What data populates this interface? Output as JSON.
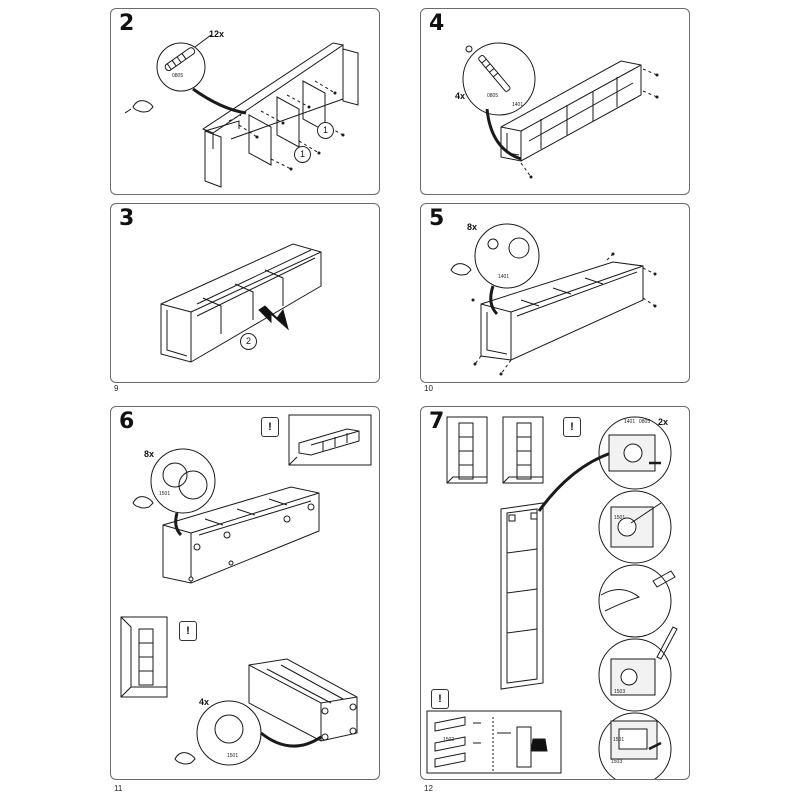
{
  "steps": {
    "s2": {
      "number": "2",
      "qty": "12x",
      "part": "0805",
      "callout": "1"
    },
    "s3": {
      "number": "3",
      "callout": "2"
    },
    "s4": {
      "number": "4",
      "qty": "4x",
      "part_a": "0805",
      "part_b": "1401"
    },
    "s5": {
      "number": "5",
      "qty": "8x",
      "part": "1401"
    },
    "s6": {
      "number": "6",
      "qty": "8x",
      "part": "1501",
      "qty2": "4x",
      "part2": "1501",
      "info": "!",
      "info2": "!"
    },
    "s7": {
      "number": "7",
      "qty": "2x",
      "info": "!",
      "info2": "!",
      "tags": [
        "1401",
        "0805",
        "1501",
        "1503",
        "1501",
        "1503",
        "1502"
      ]
    }
  },
  "page_numbers": {
    "p9": "9",
    "p10": "10",
    "p11": "11",
    "p12": "12"
  },
  "colors": {
    "line": "#1a1a1a",
    "border": "#6b6b6b",
    "shade": "#d9d9d9"
  }
}
